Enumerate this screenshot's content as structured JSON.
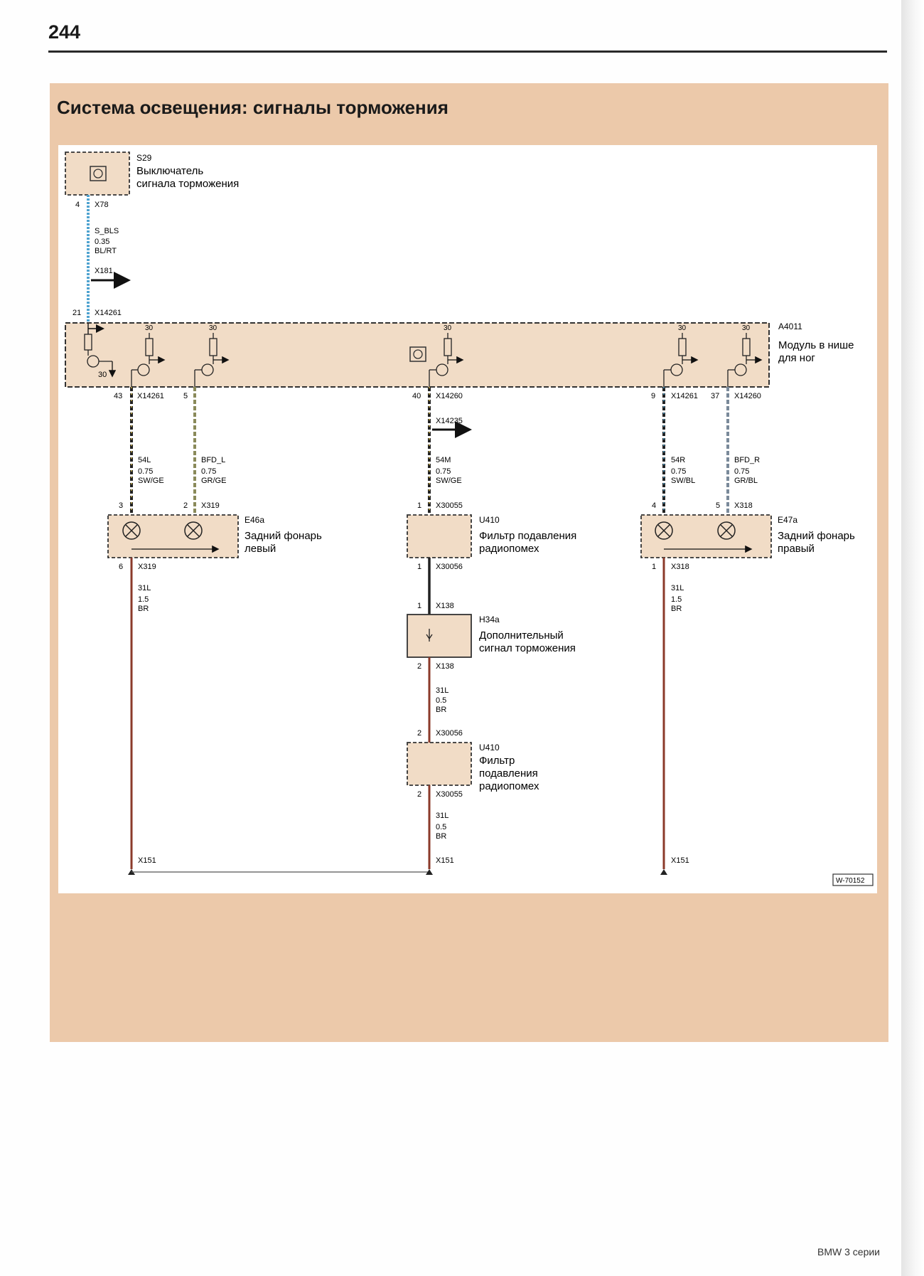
{
  "page_number": "244",
  "title": "Система освещения: сигналы торможения",
  "footer": "BMW 3 серии",
  "diagram_id": "W-70152",
  "components": {
    "s29": {
      "code": "S29",
      "name1": "Выключатель",
      "name2": "сигнала торможения"
    },
    "a4011": {
      "code": "A4011",
      "name1": "Модуль в нише",
      "name2": "для ног"
    },
    "e46a": {
      "code": "E46a",
      "name1": "Задний фонарь",
      "name2": "левый"
    },
    "e47a": {
      "code": "E47a",
      "name1": "Задний фонарь",
      "name2": "правый"
    },
    "u410_top": {
      "code": "U410",
      "name1": "Фильтр подавления",
      "name2": "радиопомех"
    },
    "h34a": {
      "code": "H34a",
      "name1": "Дополнительный",
      "name2": "сигнал торможения"
    },
    "u410_bottom": {
      "code": "U410",
      "name1": "Фильтр",
      "name2": "подавления",
      "name3": "радиопомех"
    }
  },
  "wires": {
    "s_bls": {
      "name": "S_BLS",
      "size": "0.35",
      "color": "BL/RT"
    },
    "w54l": {
      "name": "54L",
      "size": "0.75",
      "color": "SW/GE"
    },
    "bfd_l": {
      "name": "BFD_L",
      "size": "0.75",
      "color": "GR/GE"
    },
    "w54m": {
      "name": "54M",
      "size": "0.75",
      "color": "SW/GE"
    },
    "w54r": {
      "name": "54R",
      "size": "0.75",
      "color": "SW/BL"
    },
    "bfd_r": {
      "name": "BFD_R",
      "size": "0.75",
      "color": "GR/BL"
    },
    "w31l_left": {
      "name": "31L",
      "size": "1.5",
      "color": "BR"
    },
    "w31l_right": {
      "name": "31L",
      "size": "1.5",
      "color": "BR"
    },
    "w31l_mid": {
      "name": "31L",
      "size": "0.5",
      "color": "BR"
    },
    "w31l_mid2": {
      "name": "31L",
      "size": "0.5",
      "color": "BR"
    }
  },
  "connectors": {
    "x78": "X78",
    "x181": "X181",
    "x14261_in": "X14261",
    "x14261_a": "X14261",
    "x14261_b": "X14261",
    "x14260_a": "X14260",
    "x14260_b": "X14260",
    "x14235": "X14235",
    "x319_top": "X319",
    "x319_bot": "X319",
    "x30055_top": "X30055",
    "x30056_top": "X30056",
    "x138_top": "X138",
    "x138_bot": "X138",
    "x30056_bot": "X30056",
    "x30055_bot": "X30055",
    "x318_top": "X318",
    "x318_bot": "X318",
    "x151_a": "X151",
    "x151_b": "X151",
    "x151_c": "X151"
  },
  "pins": {
    "p4_x78": "4",
    "p21": "21",
    "p43": "43",
    "p5": "5",
    "p40": "40",
    "p9": "9",
    "p37": "37",
    "p3": "3",
    "p2": "2",
    "p6": "6",
    "p1_u_top": "1",
    "p1_u_top_b": "1",
    "p1_h": "1",
    "p2_h": "2",
    "p2_u_bot": "2",
    "p2_u_bot_b": "2",
    "p4_r": "4",
    "p5_r": "5",
    "p1_r": "1",
    "t30": "30",
    "f30_1": "30",
    "f30_2": "30",
    "f30_3": "30",
    "f30_4": "30",
    "f30_5": "30"
  },
  "wire_colors": {
    "blue": "#4fa3d0",
    "brown": "#8b3a2a",
    "black": "#222222",
    "green_dash": "#9a9a3a"
  }
}
